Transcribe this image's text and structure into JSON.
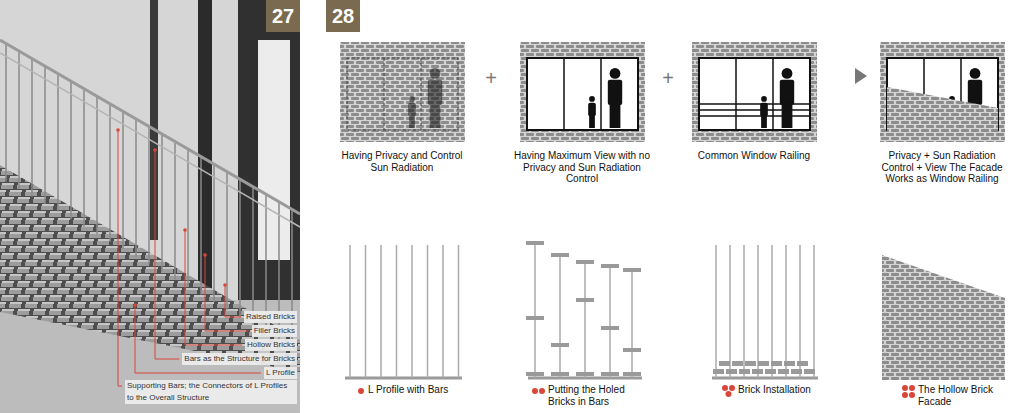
{
  "diagram": {
    "nodes": [
      {
        "text": [
          "27"
        ]
      },
      {
        "text": [
          "28"
        ]
      }
    ],
    "labels": [
      "Raised Bricks",
      "Filler Bricks",
      "Hollow Bricks",
      "Bars as the Structure for Bricks",
      "L Profile",
      "Supporting Bars; the Connectors of L Profiles to the Overall Structure",
      "Having Privacy and Control Sun Radiation",
      "+",
      "Having Maximum View with no Privacy and Sun Radiation Control",
      "+",
      "Common Window Railing",
      "Privacy + Sun Radiation Control + View The Facade Works as Window Railing",
      "L Profile with Bars",
      "Putting the Holed Bricks in Bars",
      "Brick Installation",
      "The Hollow Brick Facade"
    ]
  }
}
